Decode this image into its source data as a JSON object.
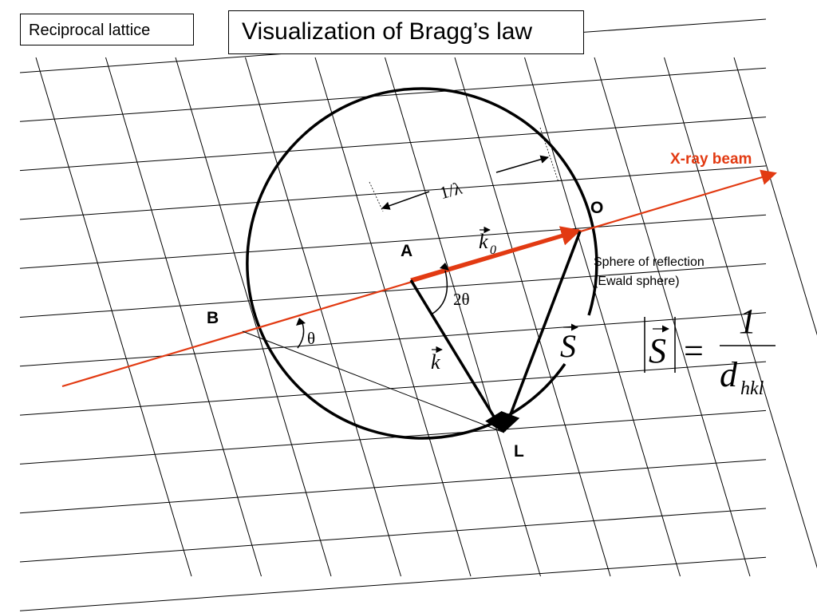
{
  "tag": "Reciprocal lattice",
  "title": "Visualization of Bragg’s law",
  "points": {
    "O": "O",
    "A": "A",
    "B": "B",
    "L": "L"
  },
  "beam_label": "X-ray beam",
  "sphere_label": {
    "line1": "Sphere of reflection",
    "line2": "(Ewald sphere)"
  },
  "symbols": {
    "radius": "1/λ",
    "k0_letter": "k",
    "k0_sub": "0",
    "k_letter": "k",
    "two_theta": "2θ",
    "theta": "θ",
    "S": "S"
  },
  "formula": {
    "S": "S",
    "equals": "=",
    "numerator": "1",
    "d": "d",
    "sub": "hkl"
  },
  "colors": {
    "beam": "#e23a12",
    "lattice": "#000000",
    "circle": "#000000"
  }
}
